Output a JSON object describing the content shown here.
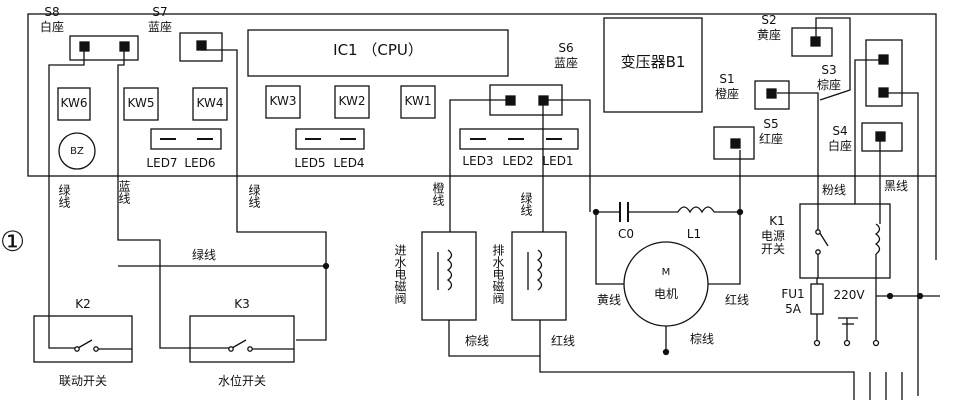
{
  "board": {
    "sockets": {
      "s8": {
        "name": "S8",
        "label": "白座"
      },
      "s7": {
        "name": "S7",
        "label": "蓝座"
      },
      "s6": {
        "name": "S6",
        "label": "蓝座"
      },
      "s2": {
        "name": "S2",
        "label": "黄座"
      },
      "s3": {
        "name": "S3",
        "label": "棕座"
      },
      "s1": {
        "name": "S1",
        "label": "橙座"
      },
      "s5": {
        "name": "S5",
        "label": "红座"
      },
      "s4": {
        "name": "S4",
        "label": "白座"
      }
    },
    "ic1": "IC1 （CPU）",
    "transformer": "变压器B1",
    "keys": [
      "KW6",
      "KW5",
      "KW4",
      "KW3",
      "KW2",
      "KW1"
    ],
    "leds": [
      "LED7",
      "LED6",
      "LED5",
      "LED4",
      "LED3",
      "LED2",
      "LED1"
    ],
    "buzzer": "BZ"
  },
  "wires": {
    "green1": "绿线",
    "blue": "蓝线",
    "green2": "绿线",
    "green_mid": "绿线",
    "orange": "橙线",
    "green3": "绿线",
    "pink": "粉线",
    "black": "黑线",
    "yellow": "黄线",
    "red1": "红线",
    "brown1": "棕线",
    "red2": "红线",
    "brown2": "棕线"
  },
  "components": {
    "k2": {
      "name": "K2",
      "label": "联动开关"
    },
    "k3": {
      "name": "K3",
      "label": "水位开关"
    },
    "inlet_valve": "进水电磁阀",
    "drain_valve": "排水电磁阀",
    "capacitor": "C0",
    "inductor": "L1",
    "motor_symbol": "M",
    "motor_label": "电机",
    "k1_name": "K1",
    "k1_label": "电源开关",
    "fuse_name": "FU1",
    "fuse_rating": "5A",
    "supply": "220V"
  },
  "figure_number": "①"
}
